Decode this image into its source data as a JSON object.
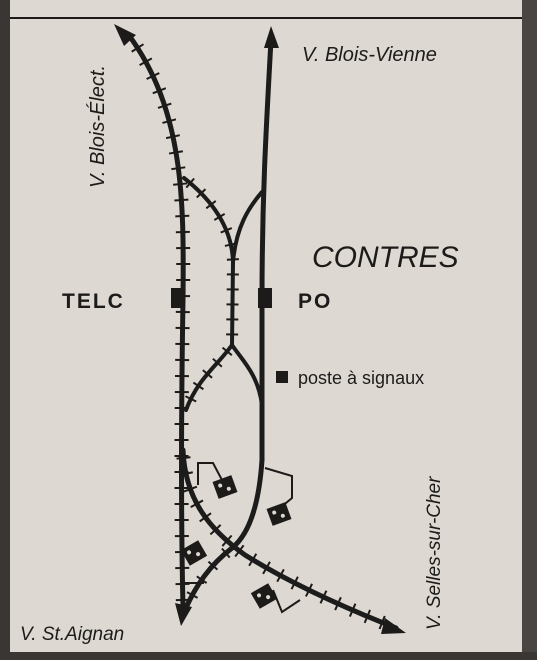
{
  "diagram": {
    "labels": {
      "blois_elect": "V. Blois-Élect.",
      "blois_vienne": "V. Blois-Vienne",
      "contres": "CONTRES",
      "telc": "TELC",
      "po": "PO",
      "poste": "poste à signaux",
      "st_aignan": "V. St.Aignan",
      "selles": "V. Selles-sur-Cher"
    },
    "colors": {
      "paper": "#ddd9d2",
      "ink": "#1d1b1a",
      "frame": "#3a3634"
    }
  }
}
